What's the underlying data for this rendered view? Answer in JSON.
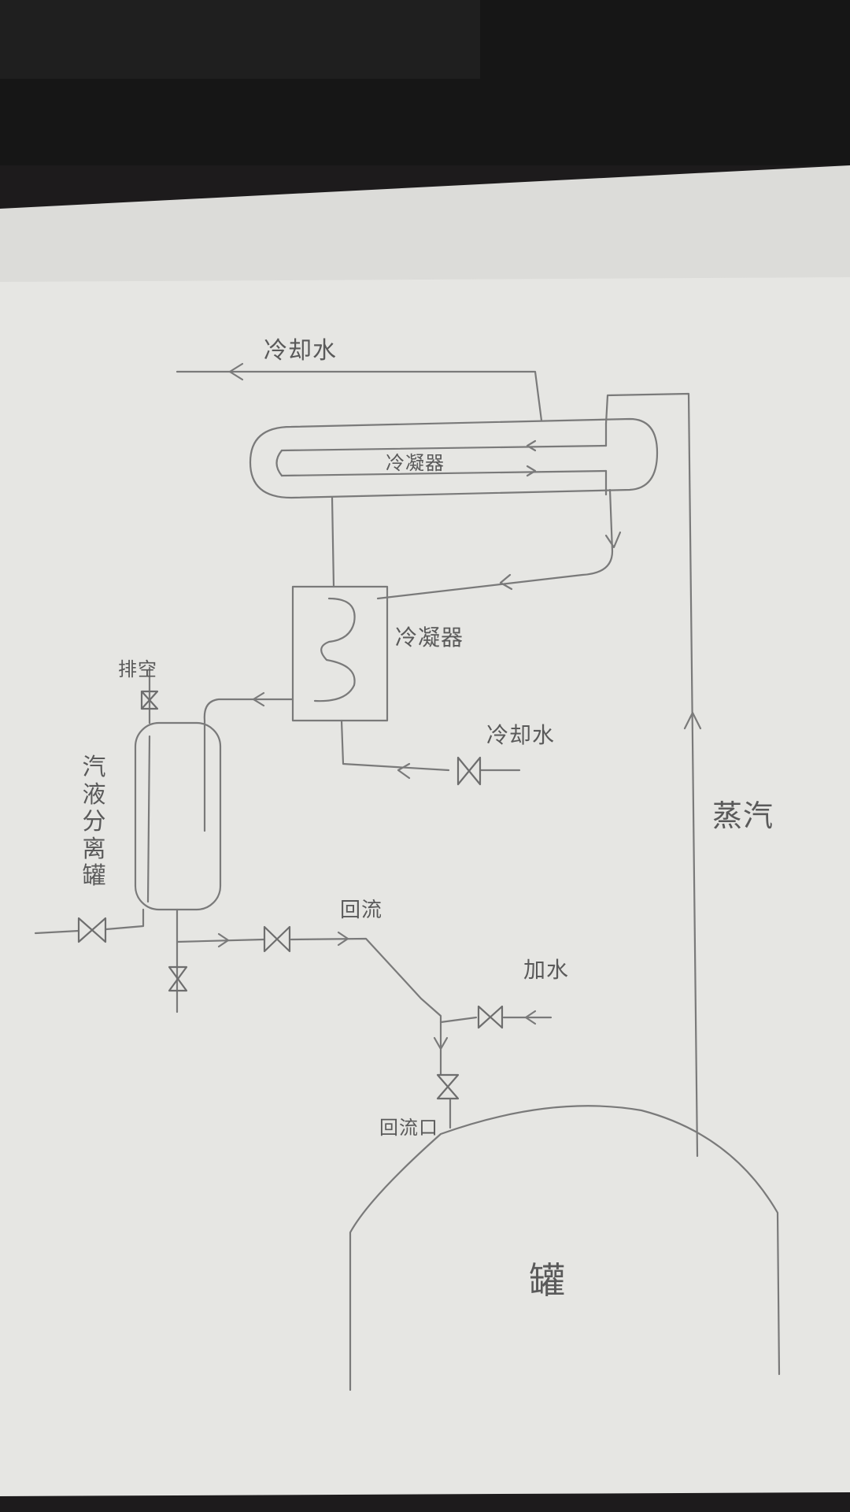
{
  "diagram": {
    "labels": {
      "cooling_water_out": "冷却水",
      "condenser_top": "冷凝器",
      "condenser_mid": "冷凝器",
      "vent": "排空",
      "cooling_water_in": "冷却水",
      "separator": "汽液分离罐",
      "steam": "蒸汽",
      "reflux": "回流",
      "add_water": "加水",
      "reflux_port": "回流口",
      "tank": "罐"
    },
    "colors": {
      "paper": "#e6e6e3",
      "paper_top": "#dcdcd9",
      "desk": "#1d1b1c",
      "monitor": "#161616",
      "pencil": "#7a7a7a",
      "text": "#5a5a5a"
    }
  }
}
